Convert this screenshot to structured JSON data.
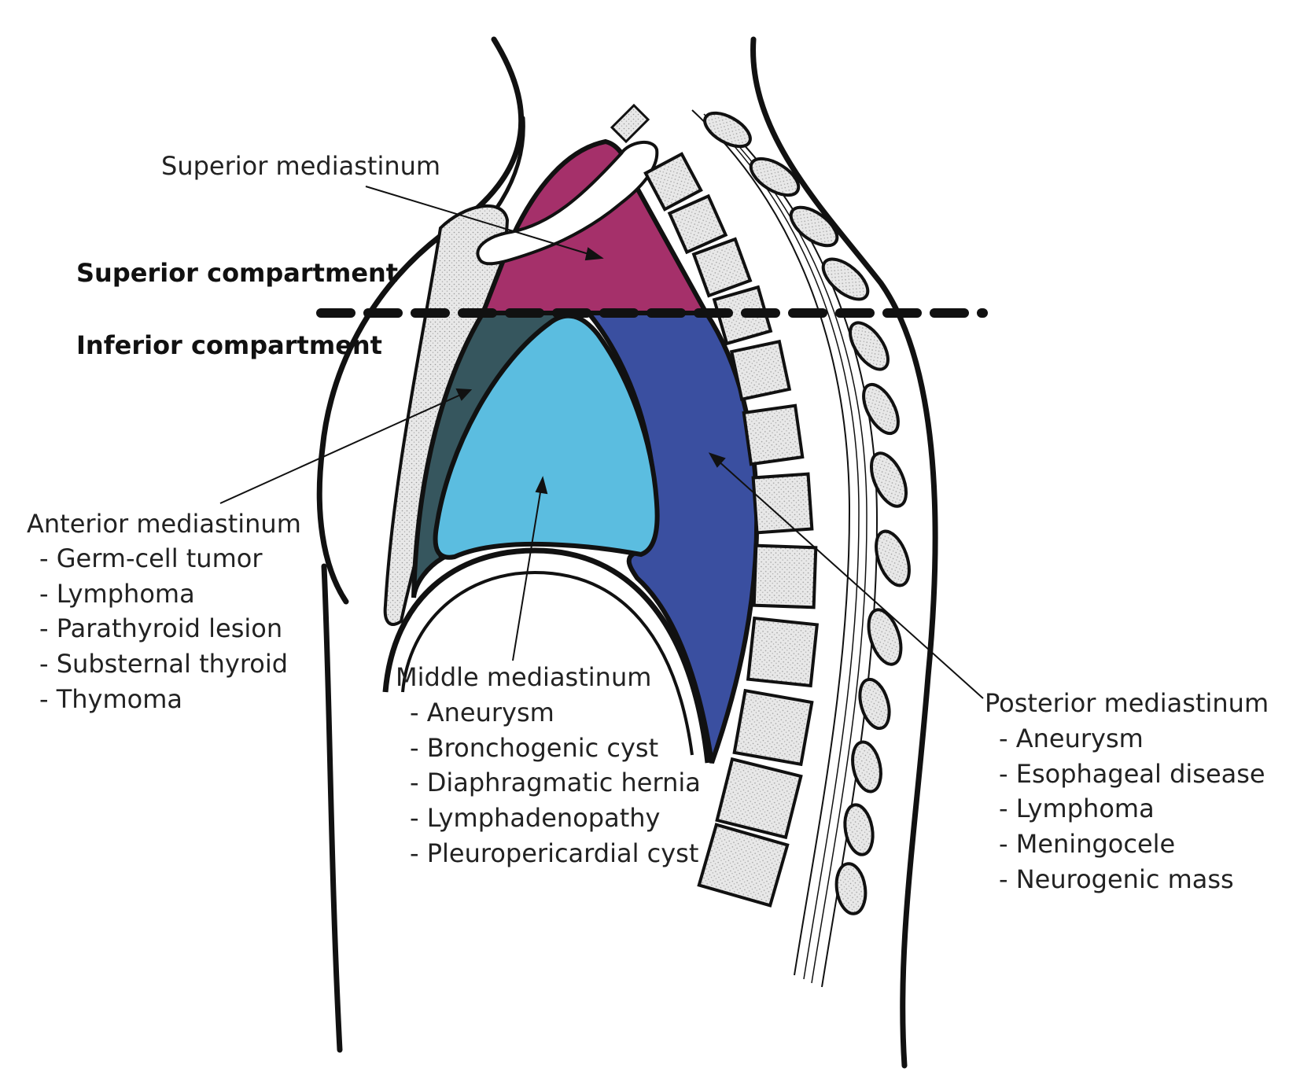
{
  "compartments": {
    "superior": "Superior compartment",
    "inferior": "Inferior compartment"
  },
  "regions": {
    "superior": {
      "title": "Superior mediastinum",
      "color": "#a5306a"
    },
    "anterior": {
      "title": "Anterior mediastinum",
      "color": "#36565e",
      "items": [
        "Germ-cell tumor",
        "Lymphoma",
        "Parathyroid lesion",
        "Substernal thyroid",
        "Thymoma"
      ]
    },
    "middle": {
      "title": "Middle mediastinum",
      "color": "#5bbde0",
      "items": [
        "Aneurysm",
        "Bronchogenic cyst",
        "Diaphragmatic hernia",
        "Lymphadenopathy",
        "Pleuropericardial cyst"
      ]
    },
    "posterior": {
      "title": "Posterior mediastinum",
      "color": "#3a4fa0",
      "items": [
        "Aneurysm",
        "Esophageal disease",
        "Lymphoma",
        "Meningocele",
        "Neurogenic mass"
      ]
    }
  },
  "colors": {
    "outline": "#111111",
    "bone_fill": "#e6e6e6"
  }
}
